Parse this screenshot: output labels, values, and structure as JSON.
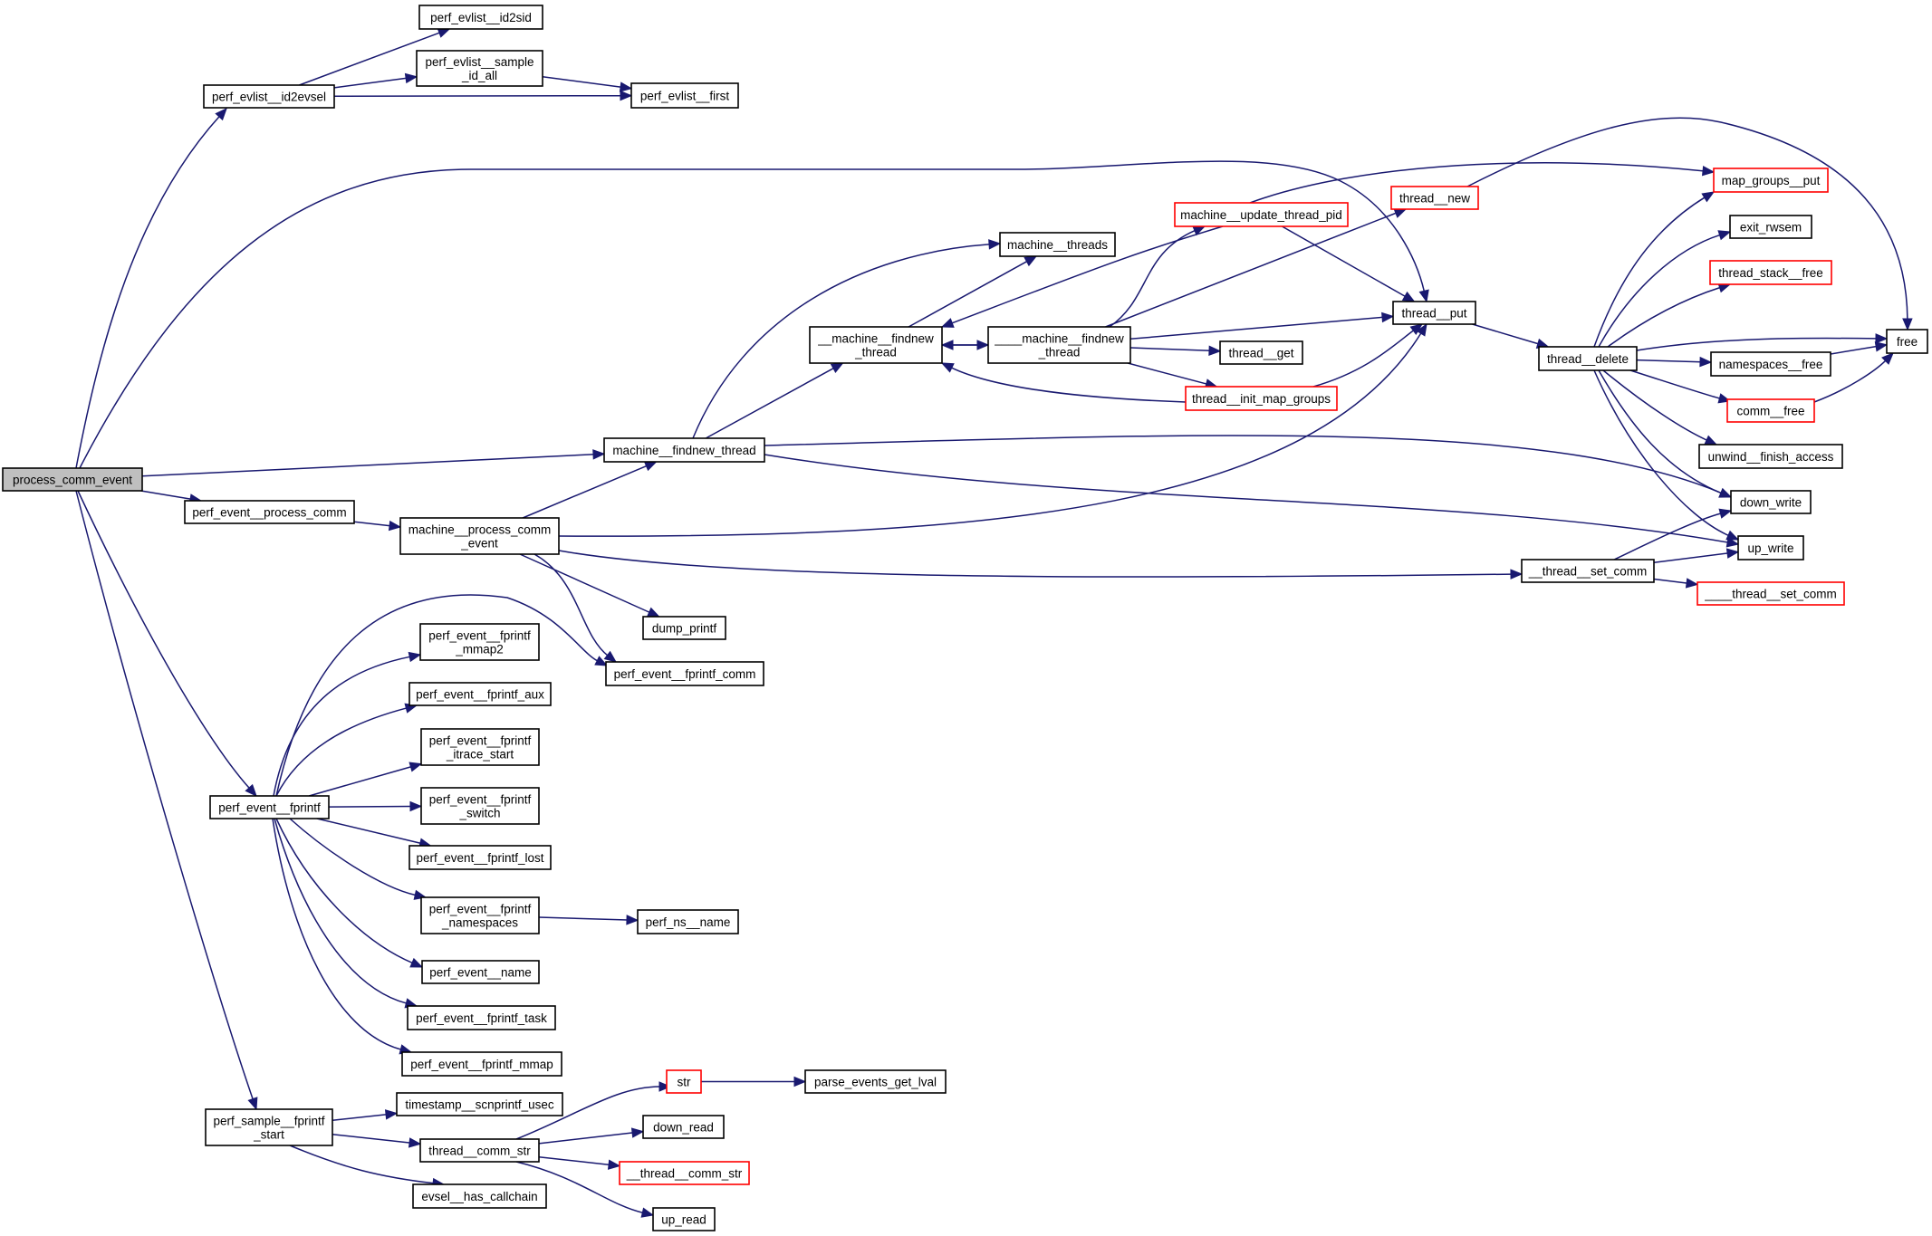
{
  "title": "process_comm_event call graph",
  "colors": {
    "edge": "#191970",
    "node_border": "#000000",
    "truncated_border": "#ff0000",
    "root_fill": "#bfbfbf",
    "node_fill": "#ffffff"
  },
  "nodes": [
    {
      "id": "process_comm_event",
      "lines": [
        "process_comm_event"
      ],
      "style": "root"
    },
    {
      "id": "perf_evlist__id2evsel",
      "lines": [
        "perf_evlist__id2evsel"
      ],
      "style": "normal"
    },
    {
      "id": "perf_evlist__id2sid",
      "lines": [
        "perf_evlist__id2sid"
      ],
      "style": "normal"
    },
    {
      "id": "perf_evlist__sample_id_all",
      "lines": [
        "perf_evlist__sample",
        "_id_all"
      ],
      "style": "normal"
    },
    {
      "id": "perf_evlist__first",
      "lines": [
        "perf_evlist__first"
      ],
      "style": "normal"
    },
    {
      "id": "machine__findnew_thread",
      "lines": [
        "machine__findnew_thread"
      ],
      "style": "normal"
    },
    {
      "id": "perf_event__process_comm",
      "lines": [
        "perf_event__process_comm"
      ],
      "style": "normal"
    },
    {
      "id": "machine__process_comm_event",
      "lines": [
        "machine__process_comm",
        "_event"
      ],
      "style": "normal"
    },
    {
      "id": "machine__threads",
      "lines": [
        "machine__threads"
      ],
      "style": "normal"
    },
    {
      "id": "__machine__findnew_thread",
      "lines": [
        "__machine__findnew",
        "_thread"
      ],
      "style": "normal"
    },
    {
      "id": "____machine__findnew_thread",
      "lines": [
        "____machine__findnew",
        "_thread"
      ],
      "style": "normal"
    },
    {
      "id": "machine__update_thread_pid",
      "lines": [
        "machine__update_thread_pid"
      ],
      "style": "truncated"
    },
    {
      "id": "thread__new",
      "lines": [
        "thread__new"
      ],
      "style": "truncated"
    },
    {
      "id": "thread__put",
      "lines": [
        "thread__put"
      ],
      "style": "normal"
    },
    {
      "id": "thread__get",
      "lines": [
        "thread__get"
      ],
      "style": "normal"
    },
    {
      "id": "thread__init_map_groups",
      "lines": [
        "thread__init_map_groups"
      ],
      "style": "truncated"
    },
    {
      "id": "thread__delete",
      "lines": [
        "thread__delete"
      ],
      "style": "normal"
    },
    {
      "id": "map_groups__put",
      "lines": [
        "map_groups__put"
      ],
      "style": "truncated"
    },
    {
      "id": "exit_rwsem",
      "lines": [
        "exit_rwsem"
      ],
      "style": "normal"
    },
    {
      "id": "thread_stack__free",
      "lines": [
        "thread_stack__free"
      ],
      "style": "truncated"
    },
    {
      "id": "free",
      "lines": [
        "free"
      ],
      "style": "normal"
    },
    {
      "id": "namespaces__free",
      "lines": [
        "namespaces__free"
      ],
      "style": "normal"
    },
    {
      "id": "comm__free",
      "lines": [
        "comm__free"
      ],
      "style": "truncated"
    },
    {
      "id": "unwind__finish_access",
      "lines": [
        "unwind__finish_access"
      ],
      "style": "normal"
    },
    {
      "id": "down_write",
      "lines": [
        "down_write"
      ],
      "style": "normal"
    },
    {
      "id": "up_write",
      "lines": [
        "up_write"
      ],
      "style": "normal"
    },
    {
      "id": "__thread__set_comm",
      "lines": [
        "__thread__set_comm"
      ],
      "style": "normal"
    },
    {
      "id": "____thread__set_comm",
      "lines": [
        "____thread__set_comm"
      ],
      "style": "truncated"
    },
    {
      "id": "dump_printf",
      "lines": [
        "dump_printf"
      ],
      "style": "normal"
    },
    {
      "id": "perf_event__fprintf_comm",
      "lines": [
        "perf_event__fprintf_comm"
      ],
      "style": "normal"
    },
    {
      "id": "perf_event__fprintf",
      "lines": [
        "perf_event__fprintf"
      ],
      "style": "normal"
    },
    {
      "id": "perf_event__fprintf_mmap2",
      "lines": [
        "perf_event__fprintf",
        "_mmap2"
      ],
      "style": "normal"
    },
    {
      "id": "perf_event__fprintf_aux",
      "lines": [
        "perf_event__fprintf_aux"
      ],
      "style": "normal"
    },
    {
      "id": "perf_event__fprintf_itrace_start",
      "lines": [
        "perf_event__fprintf",
        "_itrace_start"
      ],
      "style": "normal"
    },
    {
      "id": "perf_event__fprintf_switch",
      "lines": [
        "perf_event__fprintf",
        "_switch"
      ],
      "style": "normal"
    },
    {
      "id": "perf_event__fprintf_lost",
      "lines": [
        "perf_event__fprintf_lost"
      ],
      "style": "normal"
    },
    {
      "id": "perf_event__fprintf_namespaces",
      "lines": [
        "perf_event__fprintf",
        "_namespaces"
      ],
      "style": "normal"
    },
    {
      "id": "perf_ns__name",
      "lines": [
        "perf_ns__name"
      ],
      "style": "normal"
    },
    {
      "id": "perf_event__name",
      "lines": [
        "perf_event__name"
      ],
      "style": "normal"
    },
    {
      "id": "perf_event__fprintf_task",
      "lines": [
        "perf_event__fprintf_task"
      ],
      "style": "normal"
    },
    {
      "id": "perf_event__fprintf_mmap",
      "lines": [
        "perf_event__fprintf_mmap"
      ],
      "style": "normal"
    },
    {
      "id": "perf_sample__fprintf_start",
      "lines": [
        "perf_sample__fprintf",
        "_start"
      ],
      "style": "normal"
    },
    {
      "id": "timestamp__scnprintf_usec",
      "lines": [
        "timestamp__scnprintf_usec"
      ],
      "style": "normal"
    },
    {
      "id": "thread__comm_str",
      "lines": [
        "thread__comm_str"
      ],
      "style": "normal"
    },
    {
      "id": "evsel__has_callchain",
      "lines": [
        "evsel__has_callchain"
      ],
      "style": "normal"
    },
    {
      "id": "str",
      "lines": [
        "str"
      ],
      "style": "truncated"
    },
    {
      "id": "parse_events_get_lval",
      "lines": [
        "parse_events_get_lval"
      ],
      "style": "normal"
    },
    {
      "id": "down_read",
      "lines": [
        "down_read"
      ],
      "style": "normal"
    },
    {
      "id": "__thread__comm_str",
      "lines": [
        "__thread__comm_str"
      ],
      "style": "truncated"
    },
    {
      "id": "up_read",
      "lines": [
        "up_read"
      ],
      "style": "normal"
    }
  ],
  "edges": [
    [
      "process_comm_event",
      "perf_evlist__id2evsel"
    ],
    [
      "process_comm_event",
      "thread__put"
    ],
    [
      "process_comm_event",
      "machine__findnew_thread"
    ],
    [
      "process_comm_event",
      "perf_event__process_comm"
    ],
    [
      "process_comm_event",
      "perf_event__fprintf"
    ],
    [
      "process_comm_event",
      "perf_sample__fprintf_start"
    ],
    [
      "perf_evlist__id2evsel",
      "perf_evlist__id2sid"
    ],
    [
      "perf_evlist__id2evsel",
      "perf_evlist__sample_id_all"
    ],
    [
      "perf_evlist__id2evsel",
      "perf_evlist__first"
    ],
    [
      "perf_evlist__sample_id_all",
      "perf_evlist__first"
    ],
    [
      "perf_event__process_comm",
      "machine__process_comm_event"
    ],
    [
      "machine__process_comm_event",
      "machine__findnew_thread"
    ],
    [
      "machine__process_comm_event",
      "thread__put"
    ],
    [
      "machine__process_comm_event",
      "__thread__set_comm"
    ],
    [
      "machine__process_comm_event",
      "dump_printf"
    ],
    [
      "machine__process_comm_event",
      "perf_event__fprintf_comm"
    ],
    [
      "machine__findnew_thread",
      "machine__threads"
    ],
    [
      "machine__findnew_thread",
      "__machine__findnew_thread"
    ],
    [
      "machine__findnew_thread",
      "down_write"
    ],
    [
      "machine__findnew_thread",
      "up_write"
    ],
    [
      "__machine__findnew_thread",
      "machine__threads"
    ],
    [
      "__machine__findnew_thread",
      "____machine__findnew_thread"
    ],
    [
      "____machine__findnew_thread",
      "__machine__findnew_thread"
    ],
    [
      "____machine__findnew_thread",
      "machine__update_thread_pid"
    ],
    [
      "____machine__findnew_thread",
      "thread__new"
    ],
    [
      "____machine__findnew_thread",
      "thread__put"
    ],
    [
      "____machine__findnew_thread",
      "thread__get"
    ],
    [
      "____machine__findnew_thread",
      "thread__init_map_groups"
    ],
    [
      "machine__update_thread_pid",
      "__machine__findnew_thread"
    ],
    [
      "machine__update_thread_pid",
      "thread__put"
    ],
    [
      "machine__update_thread_pid",
      "map_groups__put"
    ],
    [
      "thread__init_map_groups",
      "__machine__findnew_thread"
    ],
    [
      "thread__init_map_groups",
      "thread__put"
    ],
    [
      "thread__new",
      "free"
    ],
    [
      "thread__put",
      "thread__delete"
    ],
    [
      "thread__delete",
      "map_groups__put"
    ],
    [
      "thread__delete",
      "exit_rwsem"
    ],
    [
      "thread__delete",
      "thread_stack__free"
    ],
    [
      "thread__delete",
      "free"
    ],
    [
      "thread__delete",
      "namespaces__free"
    ],
    [
      "thread__delete",
      "comm__free"
    ],
    [
      "thread__delete",
      "unwind__finish_access"
    ],
    [
      "thread__delete",
      "down_write"
    ],
    [
      "thread__delete",
      "up_write"
    ],
    [
      "namespaces__free",
      "free"
    ],
    [
      "comm__free",
      "free"
    ],
    [
      "__thread__set_comm",
      "down_write"
    ],
    [
      "__thread__set_comm",
      "up_write"
    ],
    [
      "__thread__set_comm",
      "____thread__set_comm"
    ],
    [
      "perf_event__fprintf",
      "perf_event__fprintf_comm"
    ],
    [
      "perf_event__fprintf",
      "perf_event__fprintf_mmap2"
    ],
    [
      "perf_event__fprintf",
      "perf_event__fprintf_aux"
    ],
    [
      "perf_event__fprintf",
      "perf_event__fprintf_itrace_start"
    ],
    [
      "perf_event__fprintf",
      "perf_event__fprintf_switch"
    ],
    [
      "perf_event__fprintf",
      "perf_event__fprintf_lost"
    ],
    [
      "perf_event__fprintf",
      "perf_event__fprintf_namespaces"
    ],
    [
      "perf_event__fprintf",
      "perf_event__name"
    ],
    [
      "perf_event__fprintf",
      "perf_event__fprintf_task"
    ],
    [
      "perf_event__fprintf",
      "perf_event__fprintf_mmap"
    ],
    [
      "perf_event__fprintf_namespaces",
      "perf_ns__name"
    ],
    [
      "perf_sample__fprintf_start",
      "timestamp__scnprintf_usec"
    ],
    [
      "perf_sample__fprintf_start",
      "thread__comm_str"
    ],
    [
      "perf_sample__fprintf_start",
      "evsel__has_callchain"
    ],
    [
      "thread__comm_str",
      "str"
    ],
    [
      "thread__comm_str",
      "down_read"
    ],
    [
      "thread__comm_str",
      "__thread__comm_str"
    ],
    [
      "thread__comm_str",
      "up_read"
    ],
    [
      "str",
      "parse_events_get_lval"
    ]
  ]
}
